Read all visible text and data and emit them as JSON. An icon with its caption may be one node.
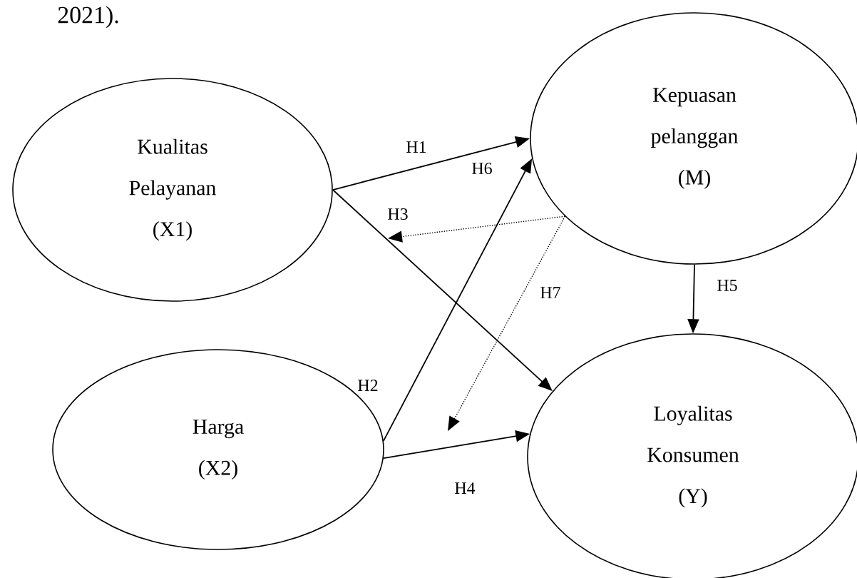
{
  "diagram": {
    "nodes": [
      {
        "text": [
          "Kualitas Pelayanan (X1)"
        ]
      },
      {
        "text": [
          "Kepuasan pelanggan (M)"
        ]
      },
      {
        "text": [
          "Harga (X2)"
        ]
      },
      {
        "text": [
          "Loyalitas Konsumen (Y)"
        ]
      }
    ],
    "edges": [
      {
        "from": 0,
        "to": 1,
        "arrow": "to",
        "label": "H1"
      },
      {
        "from": 2,
        "to": 1,
        "arrow": "to",
        "label": "H2"
      },
      {
        "from": 1,
        "to": null,
        "arrow": "to",
        "label": "H3",
        "style": "dashed"
      },
      {
        "from": 0,
        "to": 3,
        "arrow": "to"
      },
      {
        "from": 2,
        "to": 3,
        "arrow": "to",
        "label": "H4"
      },
      {
        "from": 1,
        "to": 3,
        "arrow": "to",
        "label": "H5"
      },
      {
        "from": 1,
        "to": null,
        "arrow": "to",
        "label": "H7",
        "style": "dashed"
      }
    ],
    "labels": [
      "2021).",
      "H6"
    ]
  }
}
